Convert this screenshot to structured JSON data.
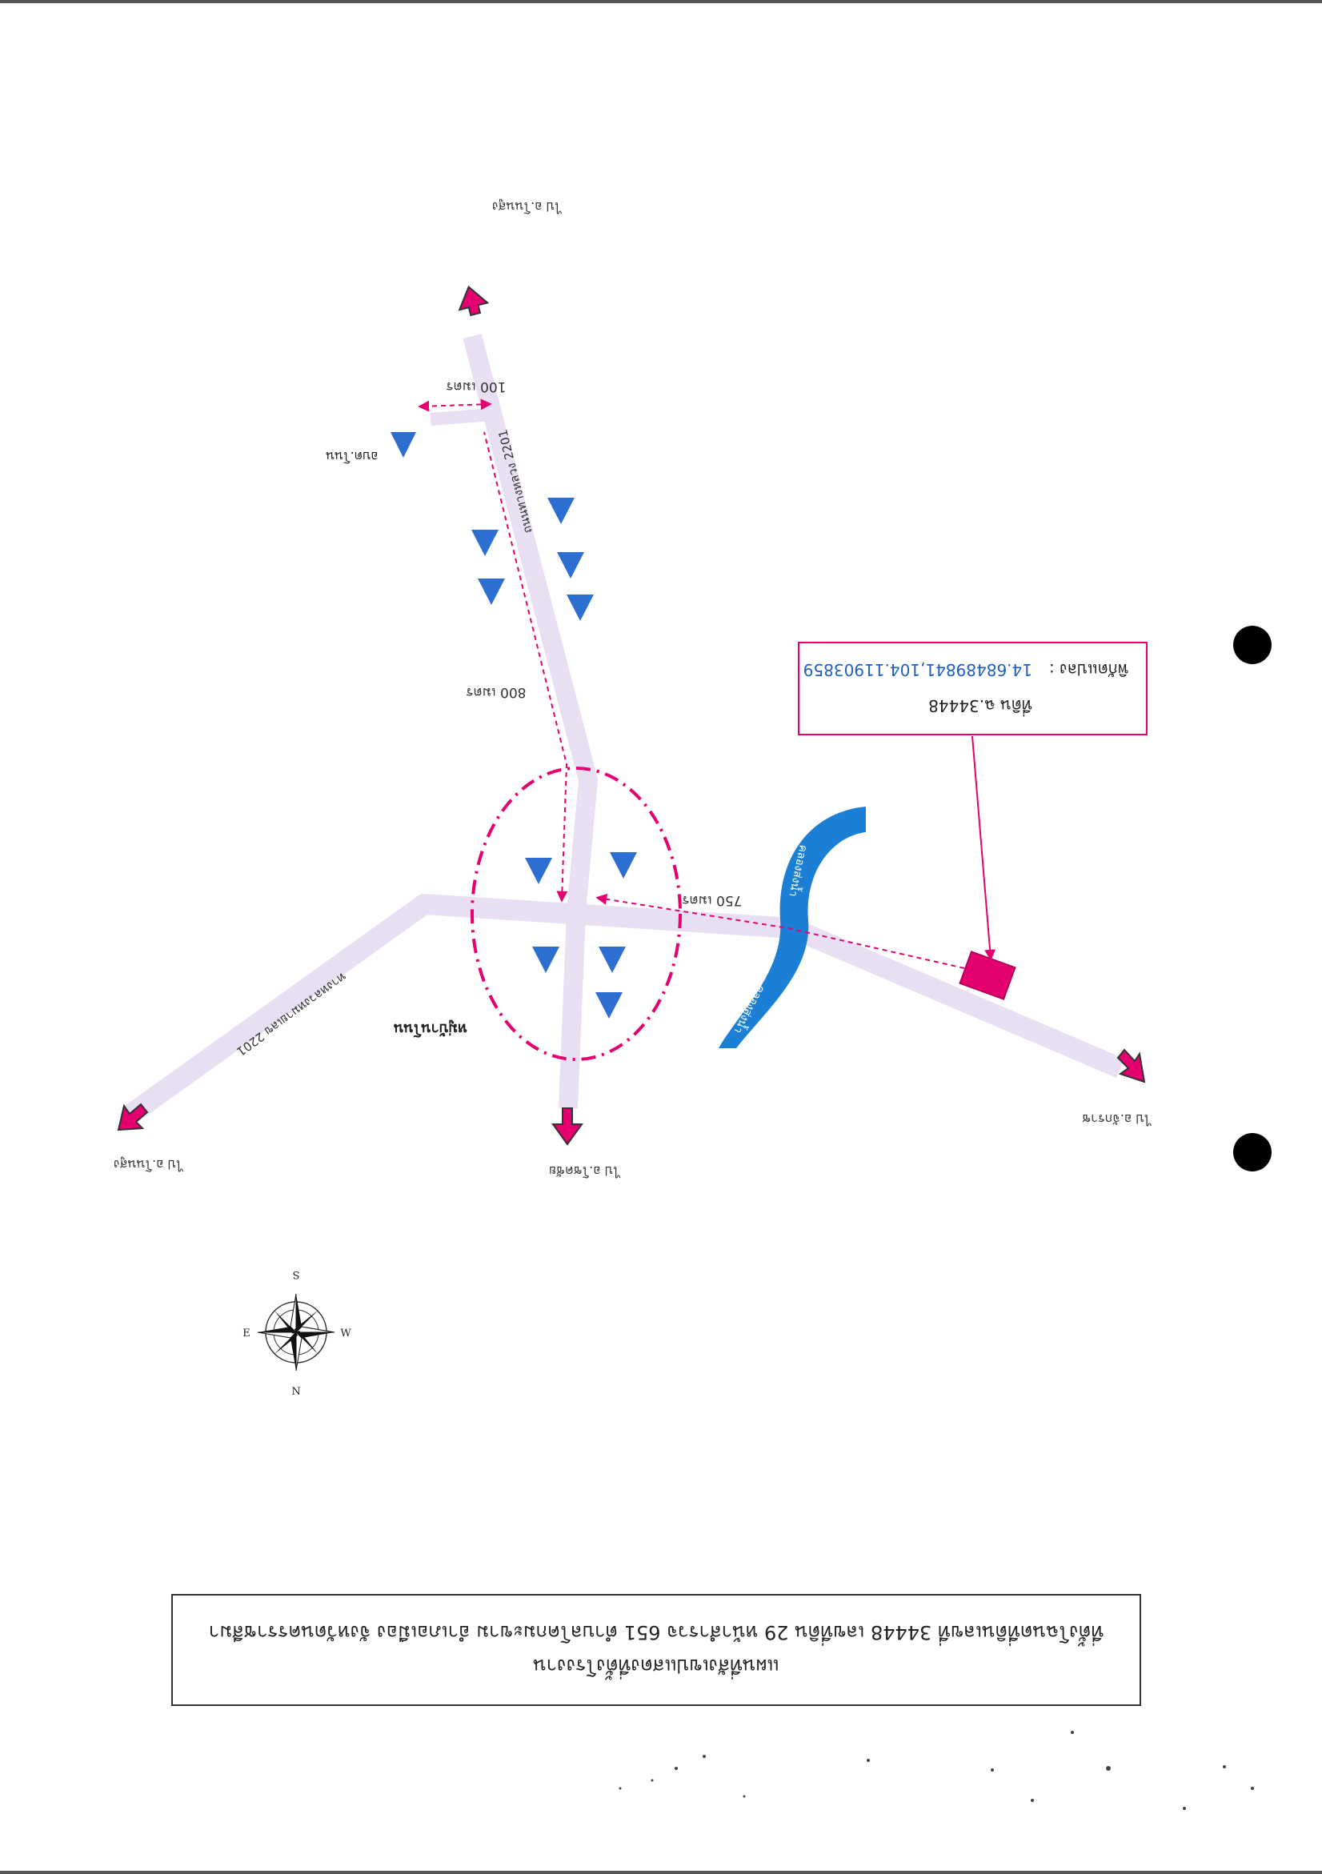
{
  "title": {
    "line1": "แผนที่สังเขปแสดงที่ตั้งโรงงาน",
    "line2": "ที่ตั้งโฉนดที่ดินเลขที่ 34448 เลขที่ดิน 29 หน้าสำรวจ 651 ตำบลโคกมะขาม อำเภอเมือง จังหวัดนครราชสีมา"
  },
  "destinations": {
    "top": "ไป อ.โนนสูง",
    "bottom_left": "ไป อ.โนนสูง",
    "bottom_center": "ไป อ.โชคชัย",
    "bottom_right": "ไป อ.จักราช"
  },
  "roads": {
    "north_road": "ถนนทางหลวง 2201",
    "west_road": "ทางหลวงหมายเลข 2201"
  },
  "distances": {
    "d100": "100 เมตร",
    "d800": "800 เมตร",
    "d750": "750 เมตร"
  },
  "places": {
    "school": "อบต.โนน",
    "village": "หมู่บ้านโนน",
    "canal_upper": "คลองส่งน้ำ",
    "canal_lower": "คลองส่งน้ำ"
  },
  "site_box": {
    "line1": "ที่ดิน ฉ.34448",
    "line2_label": "พิกัดแปลง :",
    "line2_value": "14.68489841,104.11903859"
  },
  "compass": {
    "n": "N",
    "s": "S",
    "e": "E",
    "w": "W"
  },
  "colors": {
    "road": "#e8dff2",
    "accent": "#e5006f",
    "marker": "#2d6fd1",
    "canal": "#1c7fd6",
    "box_border": "#e5006f"
  }
}
